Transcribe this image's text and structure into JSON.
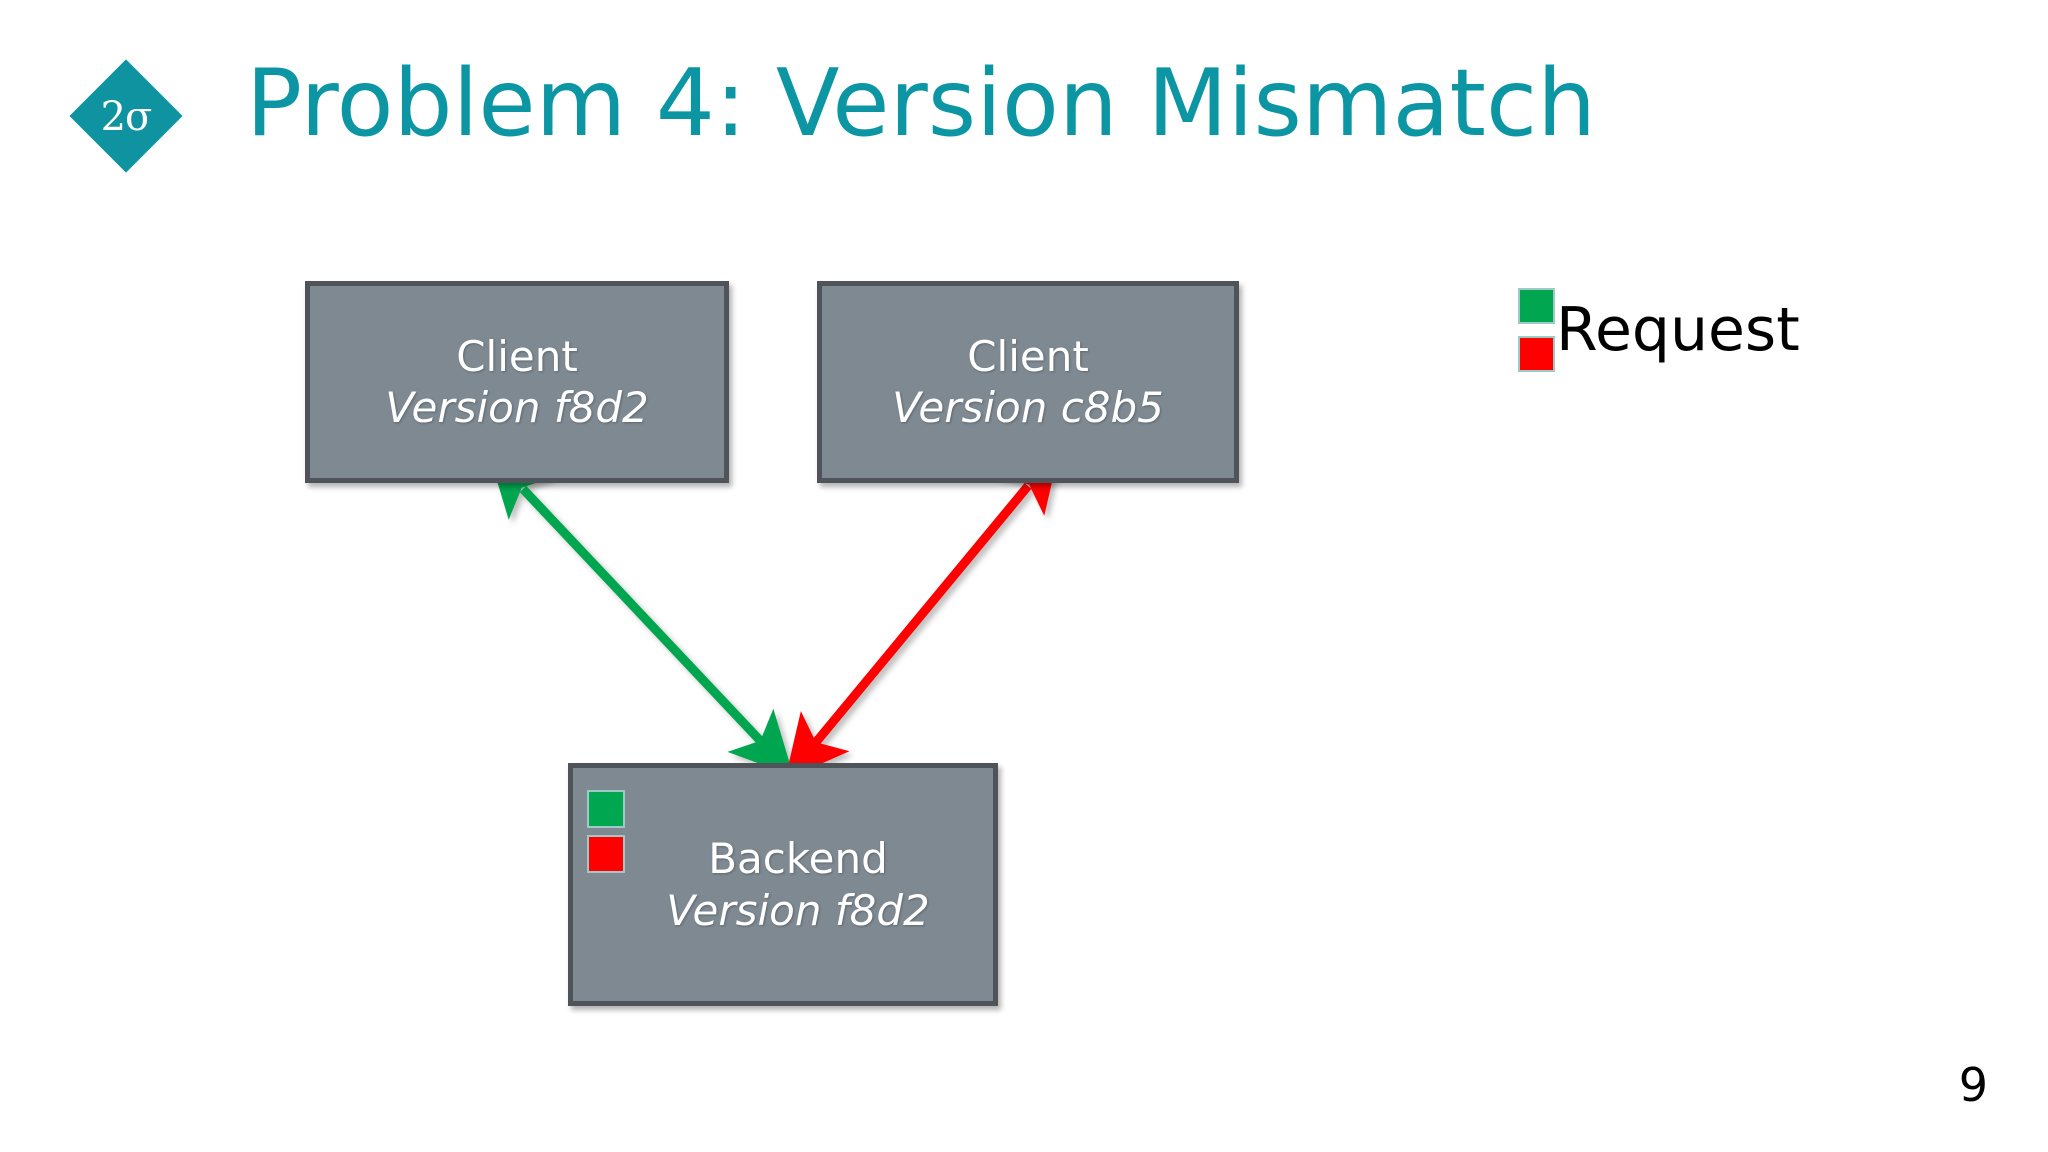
{
  "slide": {
    "background_color": "#FFFFFF",
    "page_number": "9"
  },
  "header": {
    "logo": {
      "glyph": "2σ",
      "shape": "diamond",
      "fill_color": "#0F93A0",
      "text_color": "#FFFFFF"
    },
    "title": "Problem 4: Version Mismatch",
    "title_color": "#0C96A4"
  },
  "diagram": {
    "box_fill_color": "#7E8992",
    "box_border_color": "#4E545A",
    "box_text_color": "#FFFFFF",
    "nodes": [
      {
        "id": "client-1",
        "title": "Client",
        "subtitle": "Version f8d2"
      },
      {
        "id": "client-2",
        "title": "Client",
        "subtitle": "Version c8b5"
      },
      {
        "id": "backend",
        "title": "Backend",
        "subtitle": "Version f8d2",
        "swatches": [
          {
            "name": "green-request-swatch",
            "color": "#00A650"
          },
          {
            "name": "red-request-swatch",
            "color": "#FE0000"
          }
        ]
      }
    ],
    "connectors": [
      {
        "id": "client1-backend",
        "color": "#00A650",
        "double_headed": true,
        "from": "client-1",
        "to": "backend"
      },
      {
        "id": "client2-backend",
        "color": "#FE0000",
        "double_headed": true,
        "from": "client-2",
        "to": "backend"
      }
    ]
  },
  "legend": {
    "label": "Request",
    "label_color": "#000000",
    "swatches": [
      {
        "name": "green-request-swatch",
        "color": "#00A650"
      },
      {
        "name": "red-request-swatch",
        "color": "#FE0000"
      }
    ]
  }
}
